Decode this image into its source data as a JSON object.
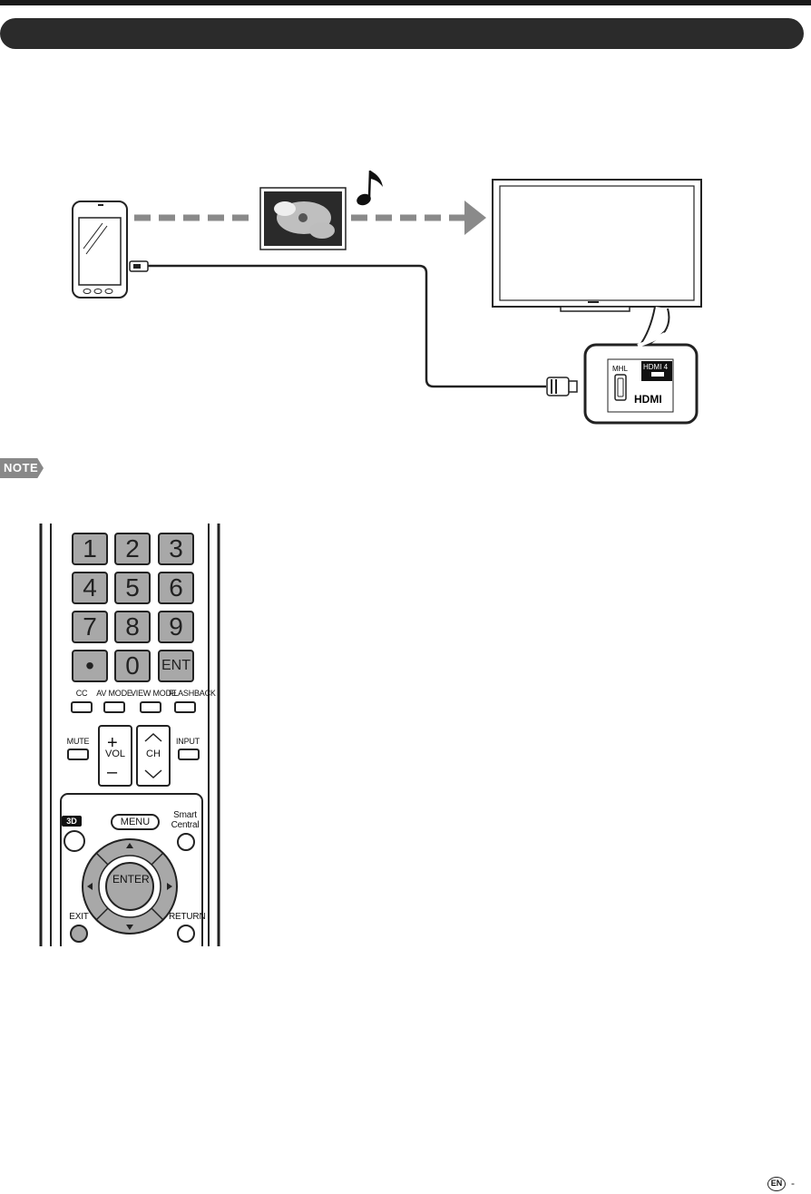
{
  "diagram": {
    "mhl_label": "MHL",
    "hdmi_port_label": "HDMI 4",
    "hdmi_logo": "HDMI",
    "icons": [
      "smartphone-icon",
      "photo-icon",
      "music-note-icon",
      "arrow-icon",
      "tv-icon",
      "hdmi-plug-icon",
      "mhl-plug-icon"
    ]
  },
  "note": {
    "badge": "NOTE"
  },
  "remote": {
    "keys": [
      "1",
      "2",
      "3",
      "4",
      "5",
      "6",
      "7",
      "8",
      "9",
      "•",
      "0",
      "ENT"
    ],
    "row_labels": [
      "CC",
      "AV MODE",
      "VIEW MODE",
      "FLASHBACK"
    ],
    "mute": "MUTE",
    "vol": "VOL",
    "ch": "CH",
    "input": "INPUT",
    "badge_3d": "3D",
    "menu": "MENU",
    "smart": "Smart",
    "central": "Central",
    "enter": "ENTER",
    "exit": "EXIT",
    "return": "RETURN"
  },
  "footer": {
    "lang": "EN",
    "dash": "-"
  }
}
